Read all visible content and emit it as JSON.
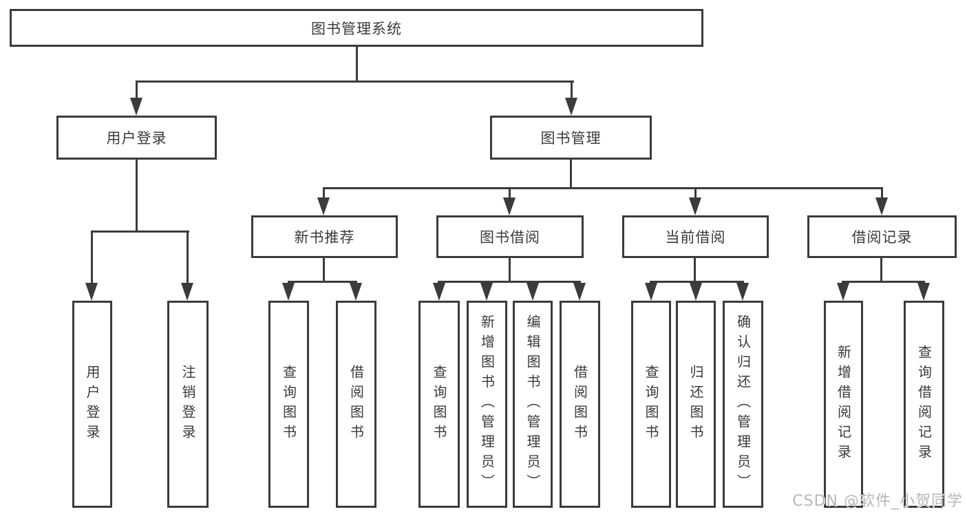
{
  "diagram": {
    "type": "tree",
    "colors": {
      "line": "#3b3b3b",
      "text": "#3a3a3a",
      "background": "#ffffff",
      "watermark": "#b7b7b7"
    },
    "root": {
      "label": "图书管理系统"
    },
    "level2": [
      {
        "id": "user-login",
        "label": "用户登录",
        "parent": "图书管理系统"
      },
      {
        "id": "book-management",
        "label": "图书管理",
        "parent": "图书管理系统"
      }
    ],
    "level3": [
      {
        "id": "new-book-recommend",
        "label": "新书推荐",
        "parent": "图书管理"
      },
      {
        "id": "book-borrowing",
        "label": "图书借阅",
        "parent": "图书管理"
      },
      {
        "id": "current-borrowing",
        "label": "当前借阅",
        "parent": "图书管理"
      },
      {
        "id": "borrowing-records",
        "label": "借阅记录",
        "parent": "图书管理"
      }
    ],
    "leaves": [
      {
        "label": "用户登录",
        "parent": "用户登录"
      },
      {
        "label": "注销登录",
        "parent": "用户登录"
      },
      {
        "label": "查询图书",
        "parent": "新书推荐"
      },
      {
        "label": "借阅图书",
        "parent": "新书推荐"
      },
      {
        "label": "查询图书",
        "parent": "图书借阅"
      },
      {
        "label": "新增图书（管理员）",
        "parent": "图书借阅"
      },
      {
        "label": "编辑图书（管理员）",
        "parent": "图书借阅"
      },
      {
        "label": "借阅图书",
        "parent": "图书借阅"
      },
      {
        "label": "查询图书",
        "parent": "当前借阅"
      },
      {
        "label": "归还图书",
        "parent": "当前借阅"
      },
      {
        "label": "确认归还（管理员）",
        "parent": "当前借阅"
      },
      {
        "label": "新增借阅记录",
        "parent": "借阅记录"
      },
      {
        "label": "查询借阅记录",
        "parent": "借阅记录"
      }
    ],
    "watermark": "CSDN @软件_小贺同学"
  }
}
